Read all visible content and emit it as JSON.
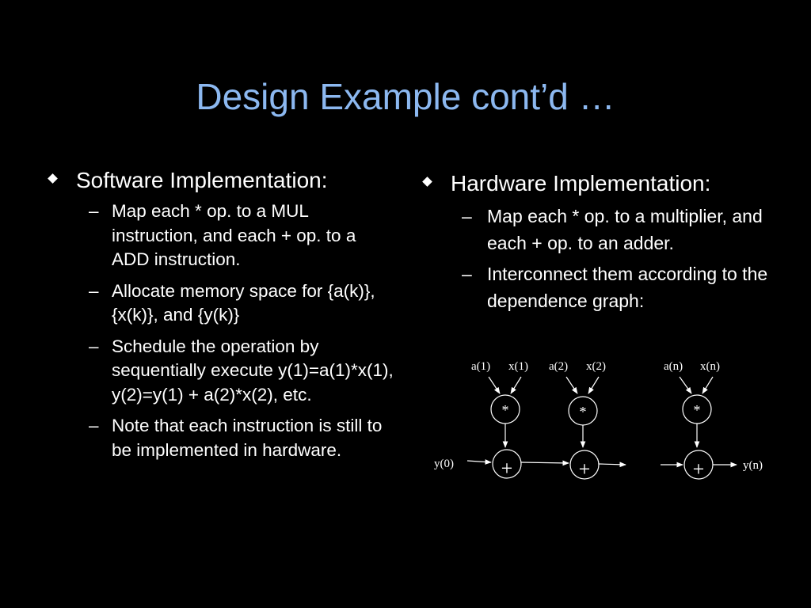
{
  "slide": {
    "title": "Design Example cont’d …"
  },
  "left": {
    "heading": "Software Implementation:",
    "items": [
      "Map each * op. to a MUL instruction, and each + op. to a ADD instruction.",
      "Allocate memory space for {a(k)}, {x(k)}, and {y(k)}",
      "Schedule the operation by sequentially execute y(1)=a(1)*x(1), y(2)=y(1) + a(2)*x(2), etc.",
      "Note that each instruction is still to be implemented in hardware."
    ]
  },
  "right": {
    "heading": "Hardware Implementation:",
    "items": [
      "Map each * op. to a multiplier, and each + op. to an adder.",
      "Interconnect them according to the dependence graph:"
    ]
  },
  "diagram": {
    "inputs": [
      "a(1)",
      "x(1)",
      "a(2)",
      "x(2)",
      "a(n)",
      "x(n)"
    ],
    "mult_symbol": "*",
    "add_symbol": "+",
    "y_in": "y(0)",
    "y_out": "y(n)"
  }
}
